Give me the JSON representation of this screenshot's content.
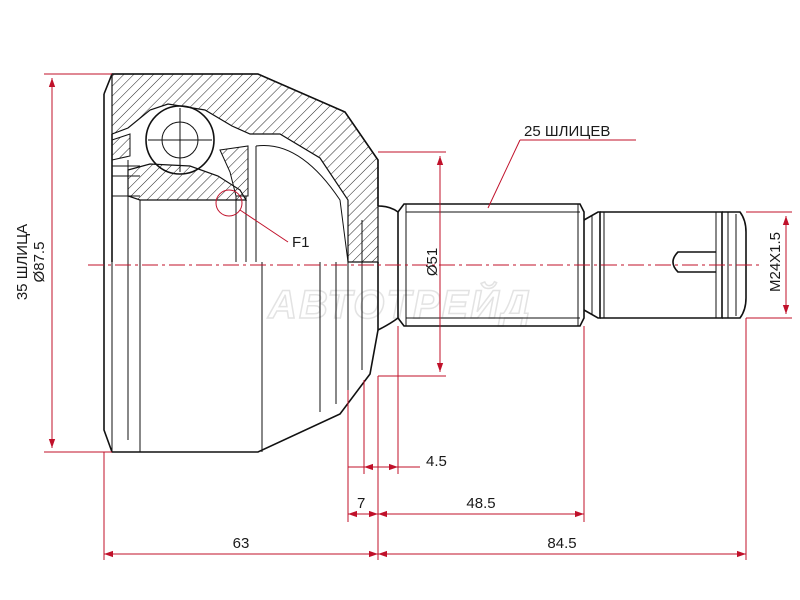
{
  "watermark": "АВТОТРЕЙД",
  "labels": {
    "outer_splines": "35 ШЛИЦА",
    "outer_diameter": "Ø87.5",
    "shaft_splines": "25 ШЛИЦЕВ",
    "seal_diameter": "Ø51",
    "thread": "M24X1.5",
    "point": "F1"
  },
  "dimensions": {
    "housing_length": "63",
    "shaft_length": "84.5",
    "shoulder_width": "7",
    "spline_length": "48.5",
    "step_width": "4.5"
  },
  "colors": {
    "dimension_line": "#c0102a",
    "outline": "#111111",
    "watermark": "#e3e3e3"
  }
}
